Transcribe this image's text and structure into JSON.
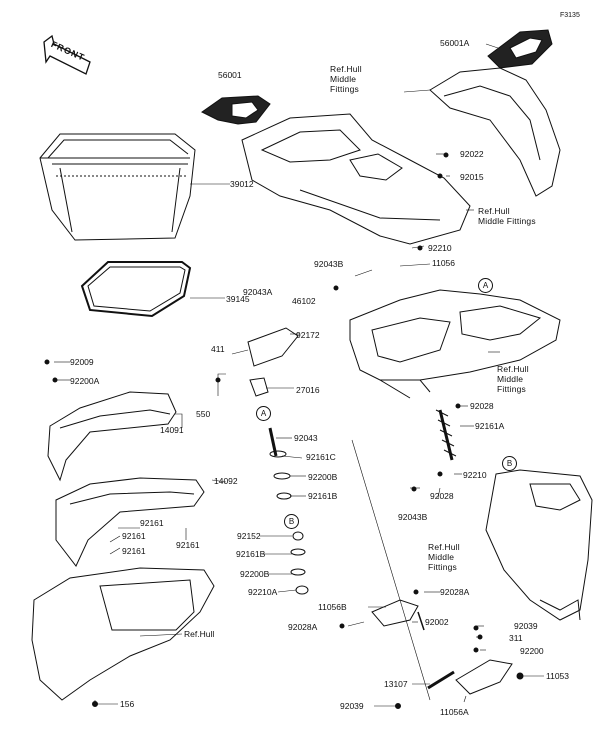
{
  "figure_code": "F3135",
  "front_label": "FRONT",
  "callouts": {
    "a": "A",
    "b": "B"
  },
  "labels": {
    "p56001A": "56001A",
    "p56001": "56001",
    "ref_hull_middle_fittings_1": "Ref.Hull\nMiddle\nFittings",
    "p92022": "92022",
    "p92015": "92015",
    "p39012": "39012",
    "ref_hull_middle_fittings_2": "Ref.Hull\nMiddle Fittings",
    "p92210_top": "92210",
    "p92043B_top": "92043B",
    "p11056": "11056",
    "p39145": "39145",
    "p92043A": "92043A",
    "p46102": "46102",
    "p92172": "92172",
    "p411": "411",
    "p92009": "92009",
    "p92200A": "92200A",
    "p27016": "27016",
    "p550": "550",
    "ref_hull_middle_fittings_3": "Ref.Hull\nMiddle\nFittings",
    "p14091": "14091",
    "p92028_right": "92028",
    "p92043": "92043",
    "p92161A": "92161A",
    "p92161C": "92161C",
    "p92200B": "92200B",
    "p92161B_1": "92161B",
    "p92210_mid": "92210",
    "p14092": "14092",
    "p92028_mid": "92028",
    "p92043B_bottom": "92043B",
    "p92161_a": "92161",
    "p92161_b": "92161",
    "p92161_c": "92161",
    "p92161_d": "92161",
    "p92152": "92152",
    "p92161B_2": "92161B",
    "ref_hull_middle_fittings_4": "Ref.Hull\nMiddle\nFittings",
    "p92200B_2": "92200B",
    "p92210A": "92210A",
    "p92028A_right": "92028A",
    "p11056B": "11056B",
    "p92028A_left": "92028A",
    "p92002": "92002",
    "p92039_right": "92039",
    "p311": "311",
    "p92200": "92200",
    "ref_hull": "Ref.Hull",
    "p13107": "13107",
    "p11053": "11053",
    "p156": "156",
    "p92039_left": "92039",
    "p11056A": "11056A"
  }
}
